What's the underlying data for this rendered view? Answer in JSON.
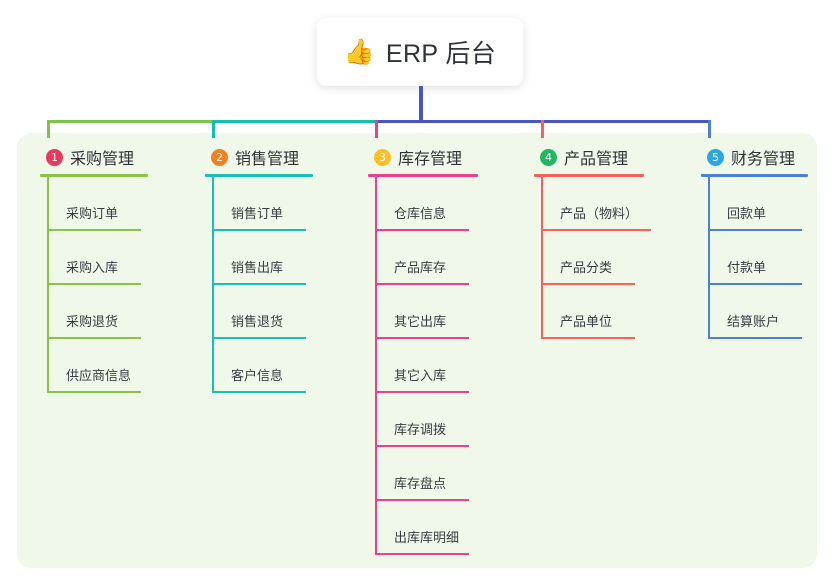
{
  "root": {
    "icon": "thumbs-up-emoji",
    "emoji": "👍",
    "title": "ERP 后台"
  },
  "colors": {
    "panel_bg": "#eff8e9",
    "page_bg": "#ffffff",
    "text": "#2f3236",
    "connector_green": "#7ec34a",
    "connector_teal": "#15bfae",
    "connector_indigo": "#4a54c4",
    "connector_pink": "#ec3f8e",
    "connector_red": "#f4615f",
    "connector_blue": "#4f7fd4"
  },
  "columns": [
    {
      "number": "1",
      "title": "采购管理",
      "badge_color": "#ea3a5c",
      "line_color": "#8bc34a",
      "items": [
        "采购订单",
        "采购入库",
        "采购退货",
        "供应商信息"
      ]
    },
    {
      "number": "2",
      "title": "销售管理",
      "badge_color": "#f08020",
      "line_color": "#18bfb4",
      "items": [
        "销售订单",
        "销售出库",
        "销售退货",
        "客户信息"
      ]
    },
    {
      "number": "3",
      "title": "库存管理",
      "badge_color": "#fbbf24",
      "line_color": "#ec3f8e",
      "items": [
        "仓库信息",
        "产品库存",
        "其它出库",
        "其它入库",
        "库存调拨",
        "库存盘点",
        "出库库明细"
      ]
    },
    {
      "number": "4",
      "title": "产品管理",
      "badge_color": "#22b661",
      "line_color": "#f4615f",
      "items": [
        "产品（物料）",
        "产品分类",
        "产品单位"
      ]
    },
    {
      "number": "5",
      "title": "财务管理",
      "badge_color": "#29a8e0",
      "line_color": "#4f7fd4",
      "items": [
        "回款单",
        "付款单",
        "结算账户"
      ]
    }
  ]
}
